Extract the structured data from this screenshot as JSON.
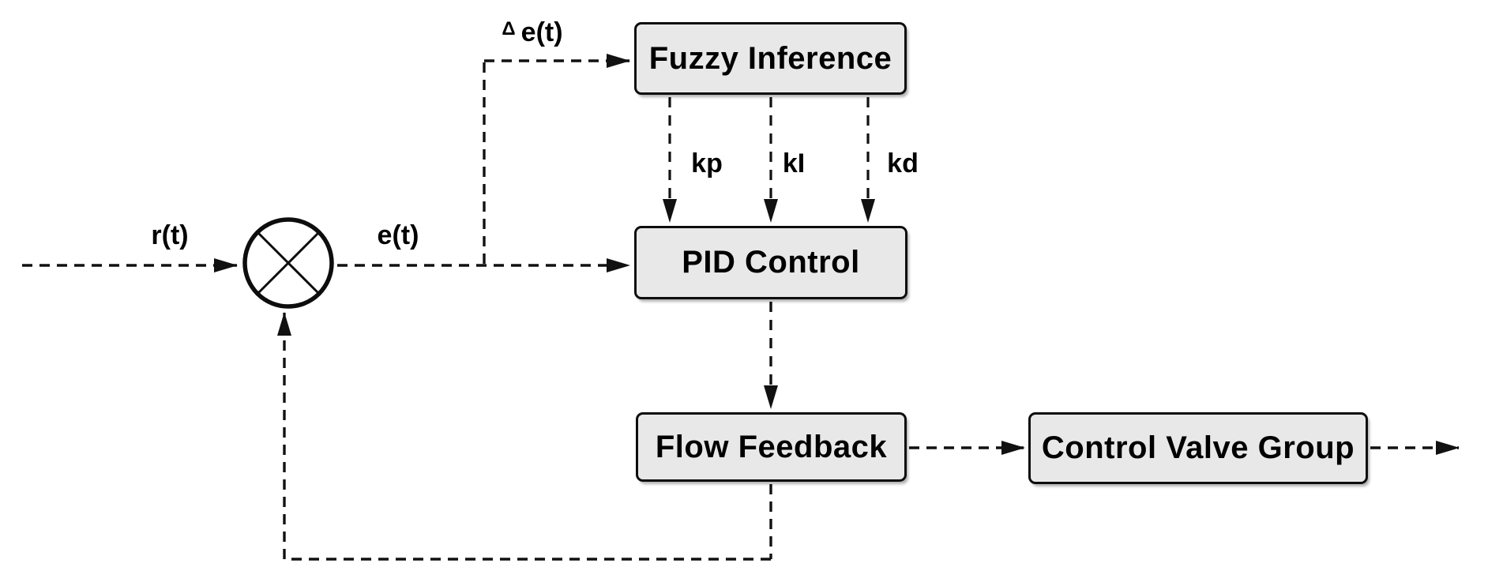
{
  "diagram": {
    "background": "#ffffff",
    "node_fill": "#e8e8e8",
    "line_color": "#111111",
    "nodes": [
      {
        "id": "fuzzy-inference",
        "label": "Fuzzy Inference"
      },
      {
        "id": "pid-control",
        "label": "PID Control"
      },
      {
        "id": "flow-feedback",
        "label": "Flow Feedback"
      },
      {
        "id": "control-valve-group",
        "label": "Control Valve Group"
      }
    ],
    "labels": {
      "input": "r(t)",
      "error": "e(t)",
      "delta_symbol": "Δ",
      "delta_error": "e(t)",
      "gain_p": "kp",
      "gain_i": "kI",
      "gain_d": "kd"
    }
  }
}
